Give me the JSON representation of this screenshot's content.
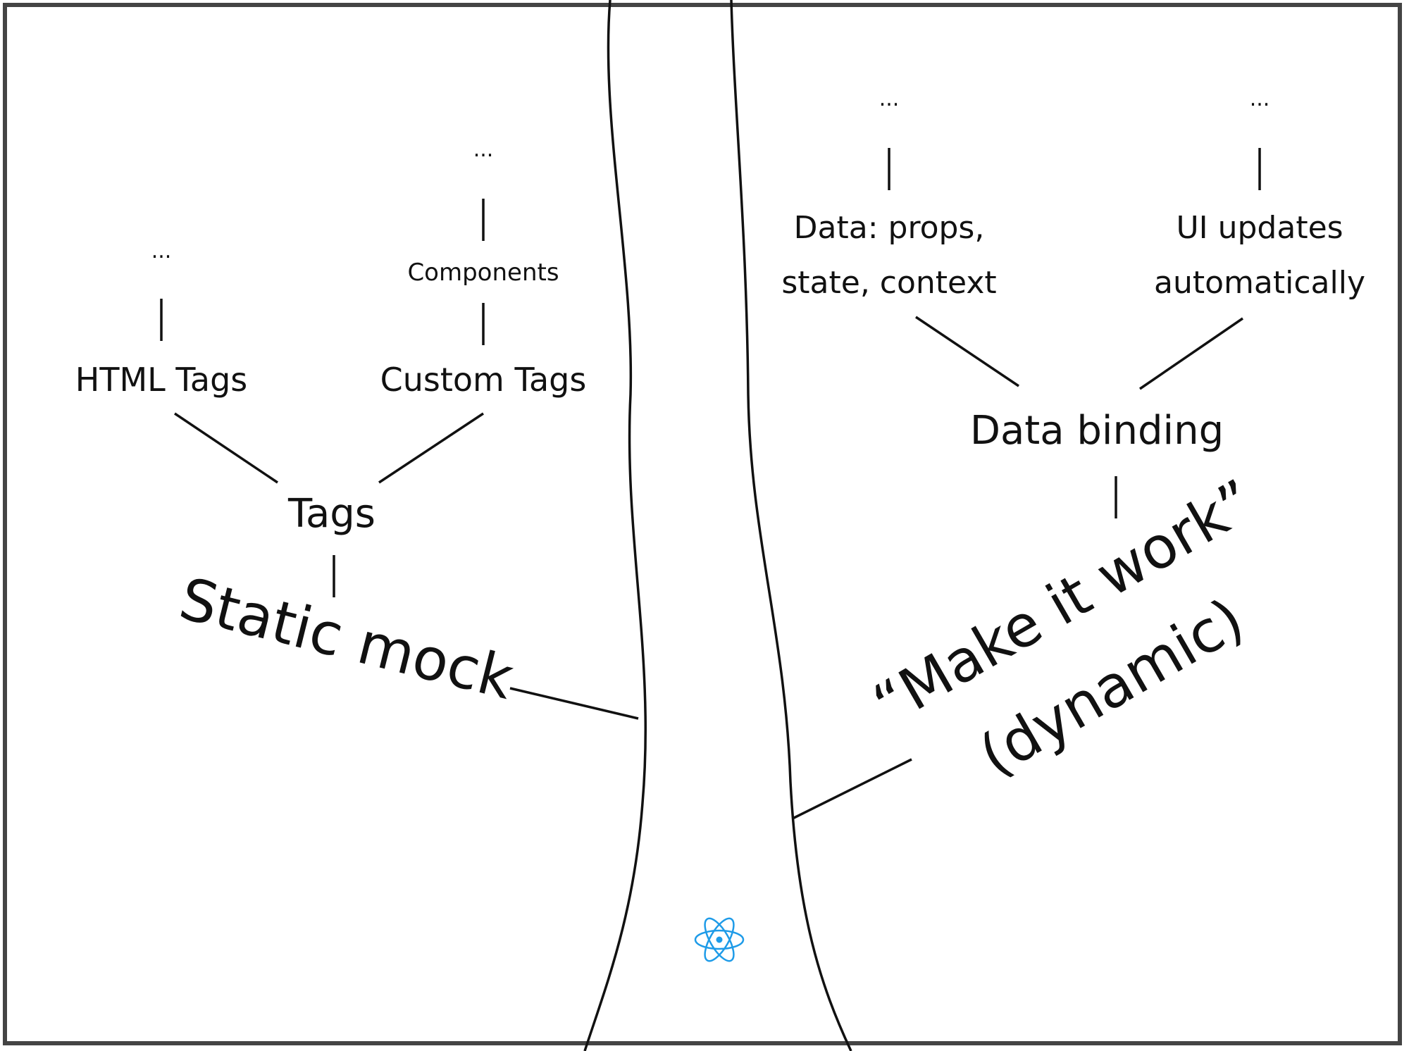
{
  "tree": {
    "left": {
      "branch_label": "Static mock",
      "node": "Tags",
      "children": [
        {
          "label": "HTML Tags",
          "child": "..."
        },
        {
          "label": "Custom Tags",
          "child": "Components",
          "grandchild": "..."
        }
      ]
    },
    "right": {
      "branch_label_line1": "“Make it work”",
      "branch_label_line2": "(dynamic)",
      "node": "Data binding",
      "children": [
        {
          "label_line1": "Data: props,",
          "label_line2": "state, context",
          "child": "..."
        },
        {
          "label_line1": "UI updates",
          "label_line2": "automatically",
          "child": "..."
        }
      ]
    }
  },
  "colors": {
    "stroke": "#111111",
    "frame": "#444444",
    "logo": "#1e9be8"
  },
  "icon": "react-atom-icon"
}
